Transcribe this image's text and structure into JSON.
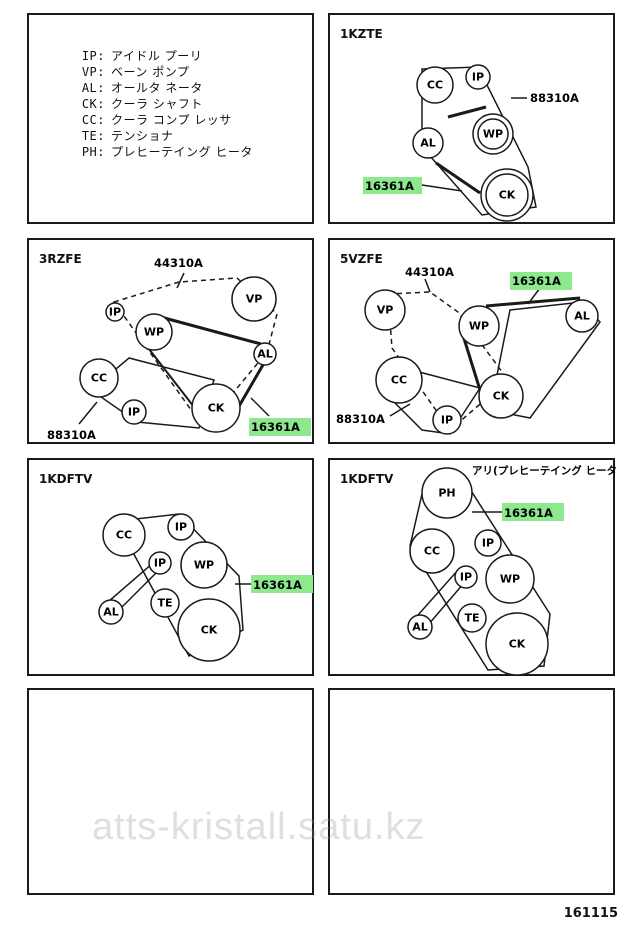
{
  "legend": [
    {
      "code": "IP:",
      "desc": "アイドル プーリ"
    },
    {
      "code": "VP:",
      "desc": "ベーン ポンプ"
    },
    {
      "code": "AL:",
      "desc": "オールタ ネータ"
    },
    {
      "code": "CK:",
      "desc": "クーラ シャフト"
    },
    {
      "code": "CC:",
      "desc": "クーラ コンプ レッサ"
    },
    {
      "code": "TE:",
      "desc": "テンショナ"
    },
    {
      "code": "PH:",
      "desc": "プレヒーテイング ヒータ"
    }
  ],
  "panels": {
    "kzte": {
      "title": "1KZTE",
      "parts": [
        "88310A",
        "16361A"
      ],
      "pulleys": [
        "CC",
        "IP",
        "WP",
        "AL",
        "CK"
      ]
    },
    "rzfe": {
      "title": "3RZFE",
      "parts": [
        "44310A",
        "16361A",
        "88310A"
      ],
      "pulleys": [
        "VP",
        "IP",
        "WP",
        "AL",
        "CC",
        "IP",
        "CK"
      ]
    },
    "vzfe": {
      "title": "5VZFE",
      "parts": [
        "44310A",
        "16361A",
        "88310A"
      ],
      "pulleys": [
        "VP",
        "WP",
        "AL",
        "CC",
        "CK",
        "IP"
      ]
    },
    "kdftv_a": {
      "title": "1KDFTV",
      "parts": [
        "16361A"
      ],
      "pulleys": [
        "CC",
        "IP",
        "IP",
        "WP",
        "AL",
        "TE",
        "CK"
      ]
    },
    "kdftv_b": {
      "title": "1KDFTV",
      "note": "アリ(プレヒーテイング ヒータ)",
      "parts": [
        "16361A"
      ],
      "pulleys": [
        "PH",
        "CC",
        "IP",
        "IP",
        "WP",
        "AL",
        "TE",
        "CK"
      ]
    }
  },
  "watermark": "atts-kristall.satu.kz",
  "diagram_number": "161115",
  "colors": {
    "highlight": "#8ee88e",
    "line": "#1a1a1a"
  }
}
